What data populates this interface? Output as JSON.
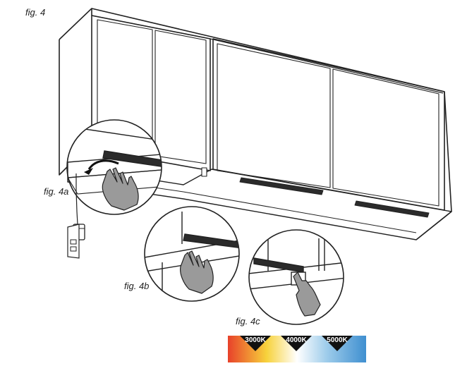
{
  "figure": {
    "label_main": "fig. 4",
    "label_a": "fig. 4a",
    "label_b": "fig. 4b",
    "label_c": "fig. 4c"
  },
  "color_temperature": {
    "stops": [
      "3000K",
      "4000K",
      "5000K"
    ],
    "gradient_colors": [
      "#e8412a",
      "#f7d23b",
      "#ffffff",
      "#9ccbea",
      "#3f8fd0"
    ],
    "marker_color": "#111111"
  },
  "colors": {
    "line": "#222222",
    "hand_fill": "#9a9a9a",
    "light_bar_fill": "#2b2b2b"
  },
  "icons": [
    "power-adapter-icon",
    "wall-outlet-icon",
    "hand-icon",
    "finger-press-icon",
    "curved-arrow-icon"
  ]
}
